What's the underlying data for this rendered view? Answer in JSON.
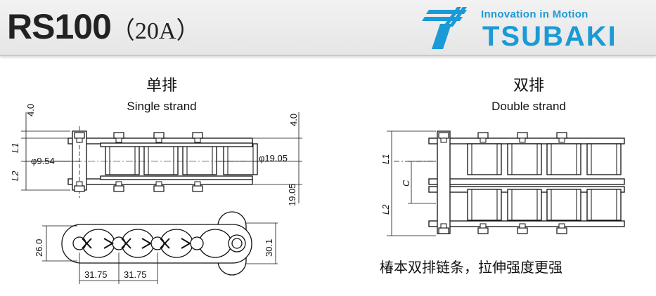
{
  "header": {
    "model": "RS100",
    "model_sub": "（20A）",
    "tagline": "Innovation in Motion",
    "brand": "TSUBAKI",
    "brand_color": "#1a9ad6"
  },
  "single": {
    "title_cn": "单排",
    "title_en": "Single strand",
    "dims": {
      "top_offset": "4.0",
      "l1": "L1",
      "l2": "L2",
      "pin_dia": "φ9.54",
      "roller_dia": "φ19.05",
      "width": "19.05",
      "top_right": "4.0",
      "plate_height": "26.0",
      "plate_height2": "30.1",
      "pitch1": "31.75",
      "pitch2": "31.75"
    }
  },
  "double": {
    "title_cn": "双排",
    "title_en": "Double strand",
    "dims": {
      "l1": "L1",
      "c": "C",
      "l2": "L2"
    }
  },
  "caption": "椿本双排链条，拉伸强度更强"
}
